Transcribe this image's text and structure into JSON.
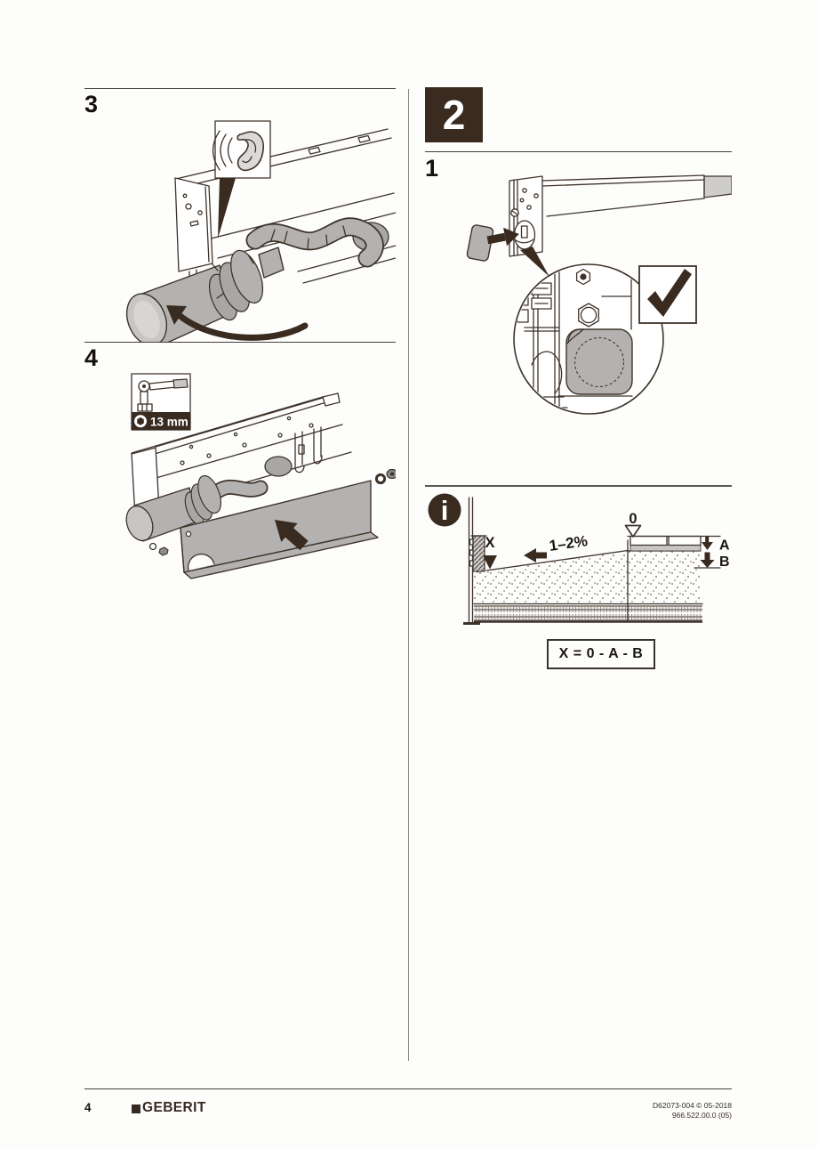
{
  "page": {
    "number": "4",
    "brand": "GEBERIT",
    "doc_ref": "D62073-004 © 05-2018",
    "doc_code": "966.522.00.0 (05)"
  },
  "steps": {
    "chapter": "2",
    "step1": "1",
    "step3": "3",
    "step4": "4"
  },
  "tool": {
    "wrench_size": "13 mm"
  },
  "diagram": {
    "slope": "1–2%",
    "zero": "0",
    "x": "X",
    "a": "A",
    "b": "B",
    "formula": "X = 0 - A - B"
  },
  "icons": {
    "ear": "listen-for-click",
    "checkmark": "correct-position",
    "info": "information",
    "socket_wrench": "socket-wrench-13mm"
  },
  "colors": {
    "ink": "#3e332a",
    "dark_fill": "#3a2b20",
    "gray_fill": "#b4b2b0",
    "light_gray": "#cfcdcb"
  }
}
